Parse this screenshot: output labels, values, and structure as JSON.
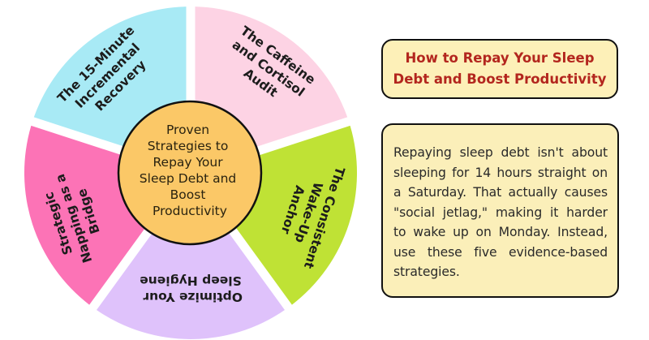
{
  "diagram": {
    "center": {
      "lines": [
        "Proven",
        "Strategies to",
        "Repay Your",
        "Sleep Debt and",
        "Boost",
        "Productivity"
      ],
      "fill": "#fbc867"
    },
    "segments": [
      {
        "id": "15-minute",
        "lines": [
          "The 15-Minute",
          "Incremental",
          "Recovery"
        ],
        "fill": "#a8eaf5"
      },
      {
        "id": "caffeine",
        "lines": [
          "The Caffeine",
          "and Cortisol",
          "Audit"
        ],
        "fill": "#fdd3e4"
      },
      {
        "id": "wake-up",
        "lines": [
          "The Consistent",
          "Wake-Up",
          "Anchor"
        ],
        "fill": "#bfe235"
      },
      {
        "id": "sleep-hygiene",
        "lines": [
          "Optimize Your",
          "Sleep Hygiene"
        ],
        "fill": "#dfc2fb"
      },
      {
        "id": "napping",
        "lines": [
          "Strategic",
          "Napping as a",
          "Bridge"
        ],
        "fill": "#fc73b6"
      }
    ]
  },
  "title": {
    "lines": [
      "How to Repay Your Sleep",
      "Debt and Boost Productivity"
    ],
    "color": "#b3261e"
  },
  "description": {
    "text": "Repaying sleep debt isn't about sleeping for 14 hours straight on a Saturday. That actually causes \"social jetlag,\" making it harder to wake up on Monday. Instead, use these five evidence-based strategies."
  }
}
